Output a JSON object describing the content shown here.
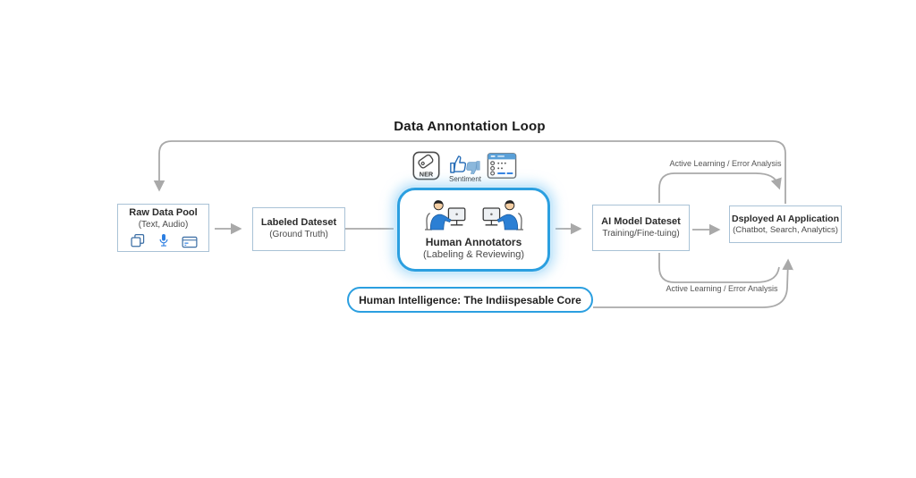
{
  "title": "Data Annontation Loop",
  "colors": {
    "accent_blue": "#2b9fe0",
    "box_border": "#a9c2d6",
    "arrow_gray": "#a9a9a9",
    "icon_blue": "#2a7de1",
    "glow_blue": "#cdeafb"
  },
  "nodes": {
    "raw_data_pool": {
      "title": "Raw Data Pool",
      "subtitle": "(Text, Audio)",
      "icons": [
        "documents-icon",
        "microphone-icon",
        "card-icon"
      ]
    },
    "labeled_dataset": {
      "title": "Labeled Dateset",
      "subtitle": "(Ground Truth)"
    },
    "human_annotators": {
      "title": "Human Annotators",
      "subtitle": "(Labeling & Reviewing)",
      "icons": [
        "annotator-at-computer-icon",
        "annotator-at-computer-icon"
      ]
    },
    "ai_model": {
      "title": "AI Model Dateset",
      "subtitle": "Training/Fine-tuing)"
    },
    "deployed_app": {
      "title": "Dsployed AI Application",
      "subtitle": "(Chatbot, Search, Analytics)"
    }
  },
  "annotation_tools": {
    "ner_label": "NER",
    "sentiment_label": "Sentiment",
    "icons": [
      "ner-tag-icon",
      "sentiment-thumbs-icon",
      "spreadsheet-icon"
    ]
  },
  "feedback_labels": {
    "top": "Active Learning / Error Analysis",
    "bottom": "Active Learning / Error Analysis"
  },
  "core_banner": "Human Intelligence: The Indiispesable Core"
}
